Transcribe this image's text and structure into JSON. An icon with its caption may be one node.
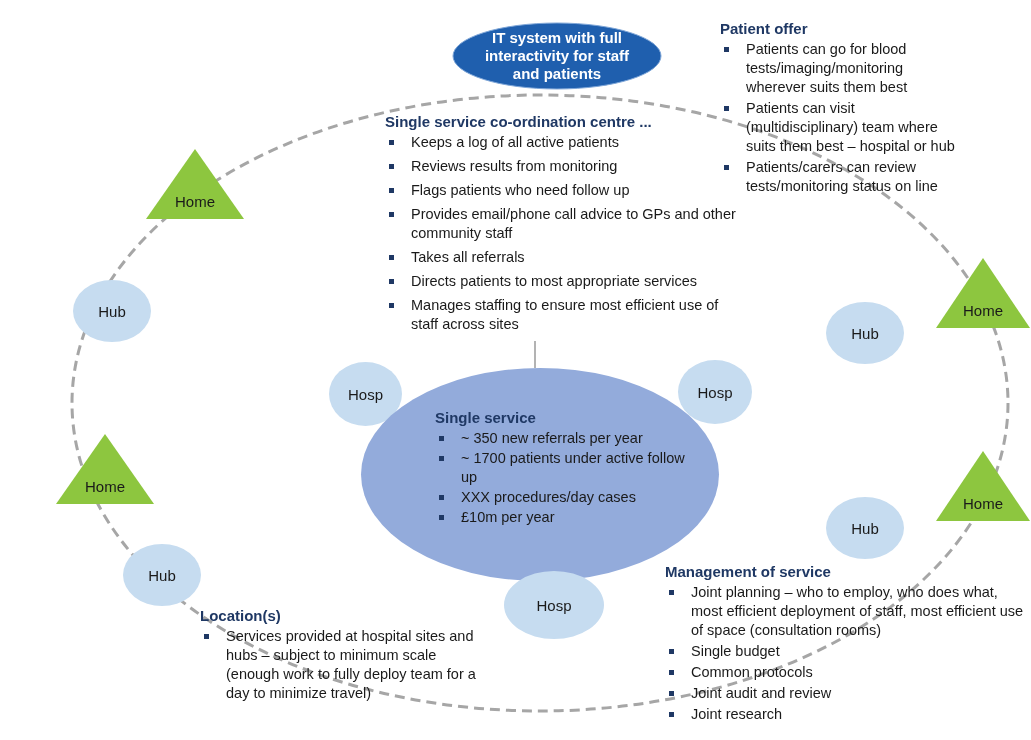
{
  "diagram": {
    "nodes": [
      {
        "text": [
          "IT system with full interactivity for staff and patients"
        ]
      },
      {
        "text": [
          "Home"
        ]
      },
      {
        "text": [
          "Single service co-ordination centre ...",
          "Keeps a log of all active patients",
          "Reviews results from monitoring",
          "Flags patients who need follow up",
          "Provides email/phone call advice to GPs and other community staff",
          "Takes all referrals",
          "Directs patients to most appropriate services",
          "Manages staffing to ensure most efficient use of staff across sites"
        ]
      },
      {
        "text": [
          "Hub"
        ]
      },
      {
        "text": [
          "Home"
        ]
      },
      {
        "text": [
          "Hub"
        ]
      },
      {
        "text": [
          "Hosp"
        ]
      },
      {
        "text": [
          "Hosp"
        ]
      },
      {
        "text": [
          "Single service",
          "~ 350 new referrals per year",
          "~ 1700 patients under active follow up",
          "XXX procedures/day cases",
          "£10m per year"
        ]
      },
      {
        "text": [
          "Home"
        ]
      },
      {
        "text": [
          "Home"
        ]
      },
      {
        "text": [
          "Hub"
        ]
      },
      {
        "text": [
          "Hub"
        ]
      },
      {
        "text": [
          "Hosp"
        ]
      }
    ],
    "edges": [
      {
        "from": 2,
        "to": 8,
        "arrow": "none"
      }
    ],
    "labels": [
      "Patient offer",
      "Patients can go for blood tests/imaging/monitoring wherever suits them best",
      "Patients can visit (multidisciplinary) team where suits them best – hospital or hub",
      "Patients/carers can review tests/monitoring status on line",
      "Management of service",
      "Joint planning – who to employ, who does what, most efficient deployment of staff, most efficient use of space (consultation rooms)",
      "Single budget",
      "Common protocols",
      "Joint audit and review",
      "Joint research",
      "Location(s)",
      "Services provided at hospital sites and hubs – subject to minimum scale (enough work to fully deploy team for a day to minimize travel)"
    ]
  }
}
